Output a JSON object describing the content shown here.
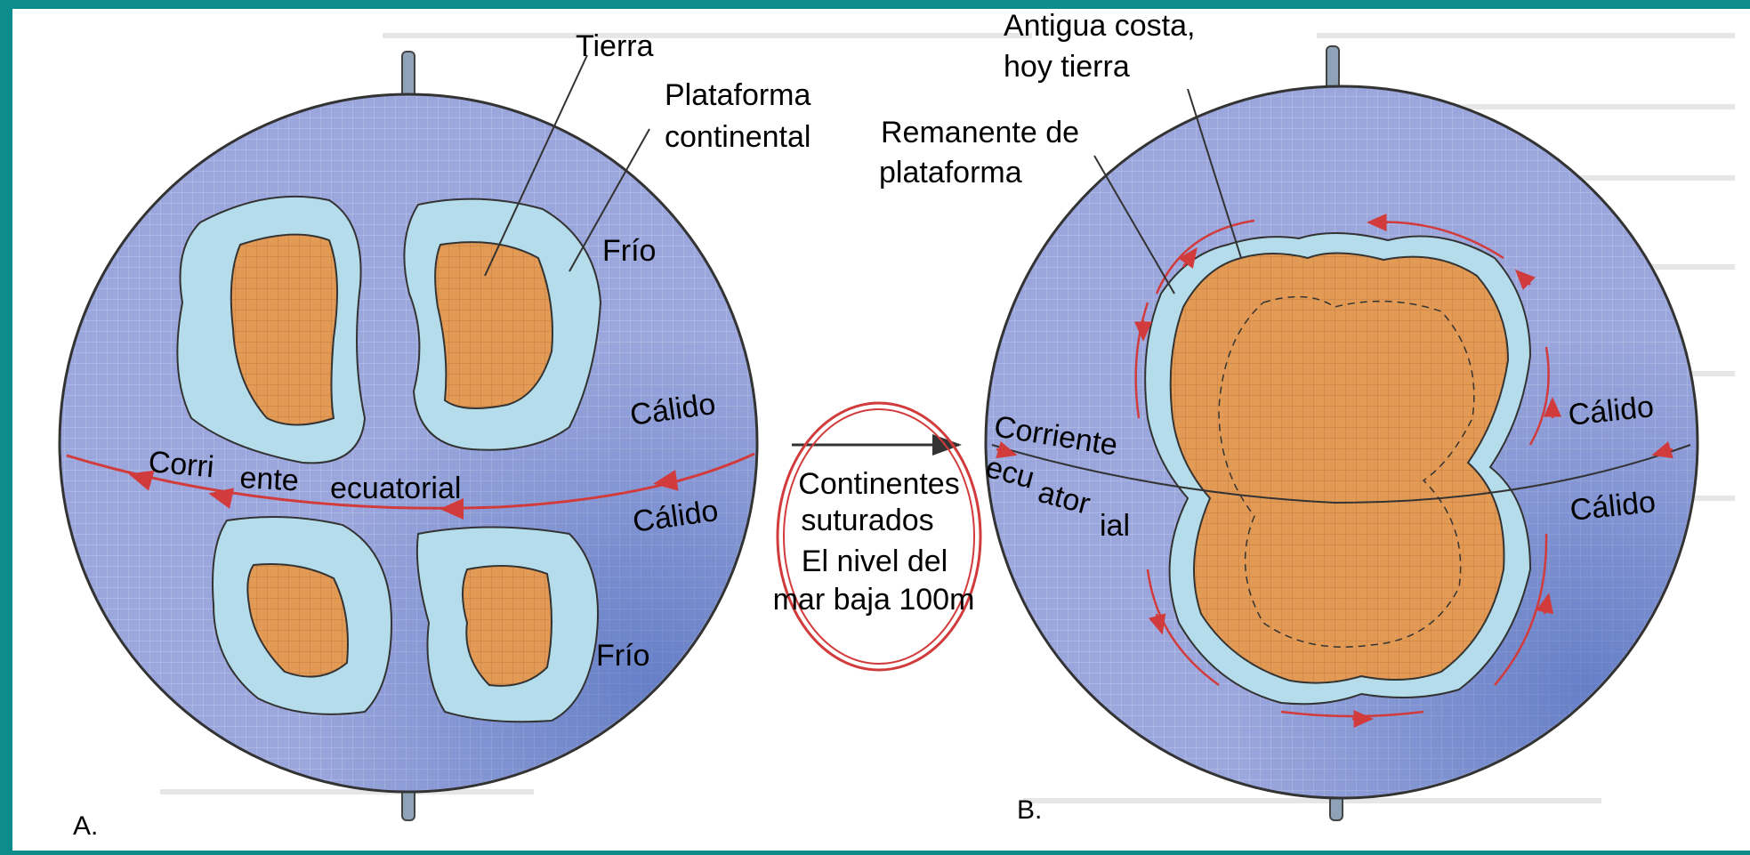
{
  "panel_a": {
    "letter": "A.",
    "label_tierra": "Tierra",
    "label_plataforma_1": "Plataforma",
    "label_plataforma_2": "continental",
    "label_frio_top": "Frío",
    "label_calido_top": "Cálido",
    "label_corriente_1": "Corri",
    "label_corriente_2": "ente",
    "label_corriente_3": "ecuatorial",
    "label_calido_bottom": "Cálido",
    "label_frio_bottom": "Frío"
  },
  "middle": {
    "line1": "Continentes",
    "line2": "suturados",
    "line3": "El nivel del",
    "line4": "mar baja 100m"
  },
  "panel_b": {
    "letter": "B.",
    "label_antigua_1": "Antigua costa,",
    "label_antigua_2": "hoy tierra",
    "label_remanente_1": "Remanente de",
    "label_remanente_2": "plataforma",
    "label_corriente": "Corriente",
    "label_ecuatorial_1": "ecu",
    "label_ecuatorial_2": "ator",
    "label_ecuatorial_3": "ial",
    "label_calido_top": "Cálido",
    "label_calido_bottom": "Cálido"
  },
  "colors": {
    "background": "#0e8c8c",
    "page": "#ffffff",
    "ocean": "#9aa6dc",
    "shelf": "#b4dcea",
    "land": "#e39a55",
    "current": "#d23b3b",
    "oval": "#d23b3b"
  }
}
